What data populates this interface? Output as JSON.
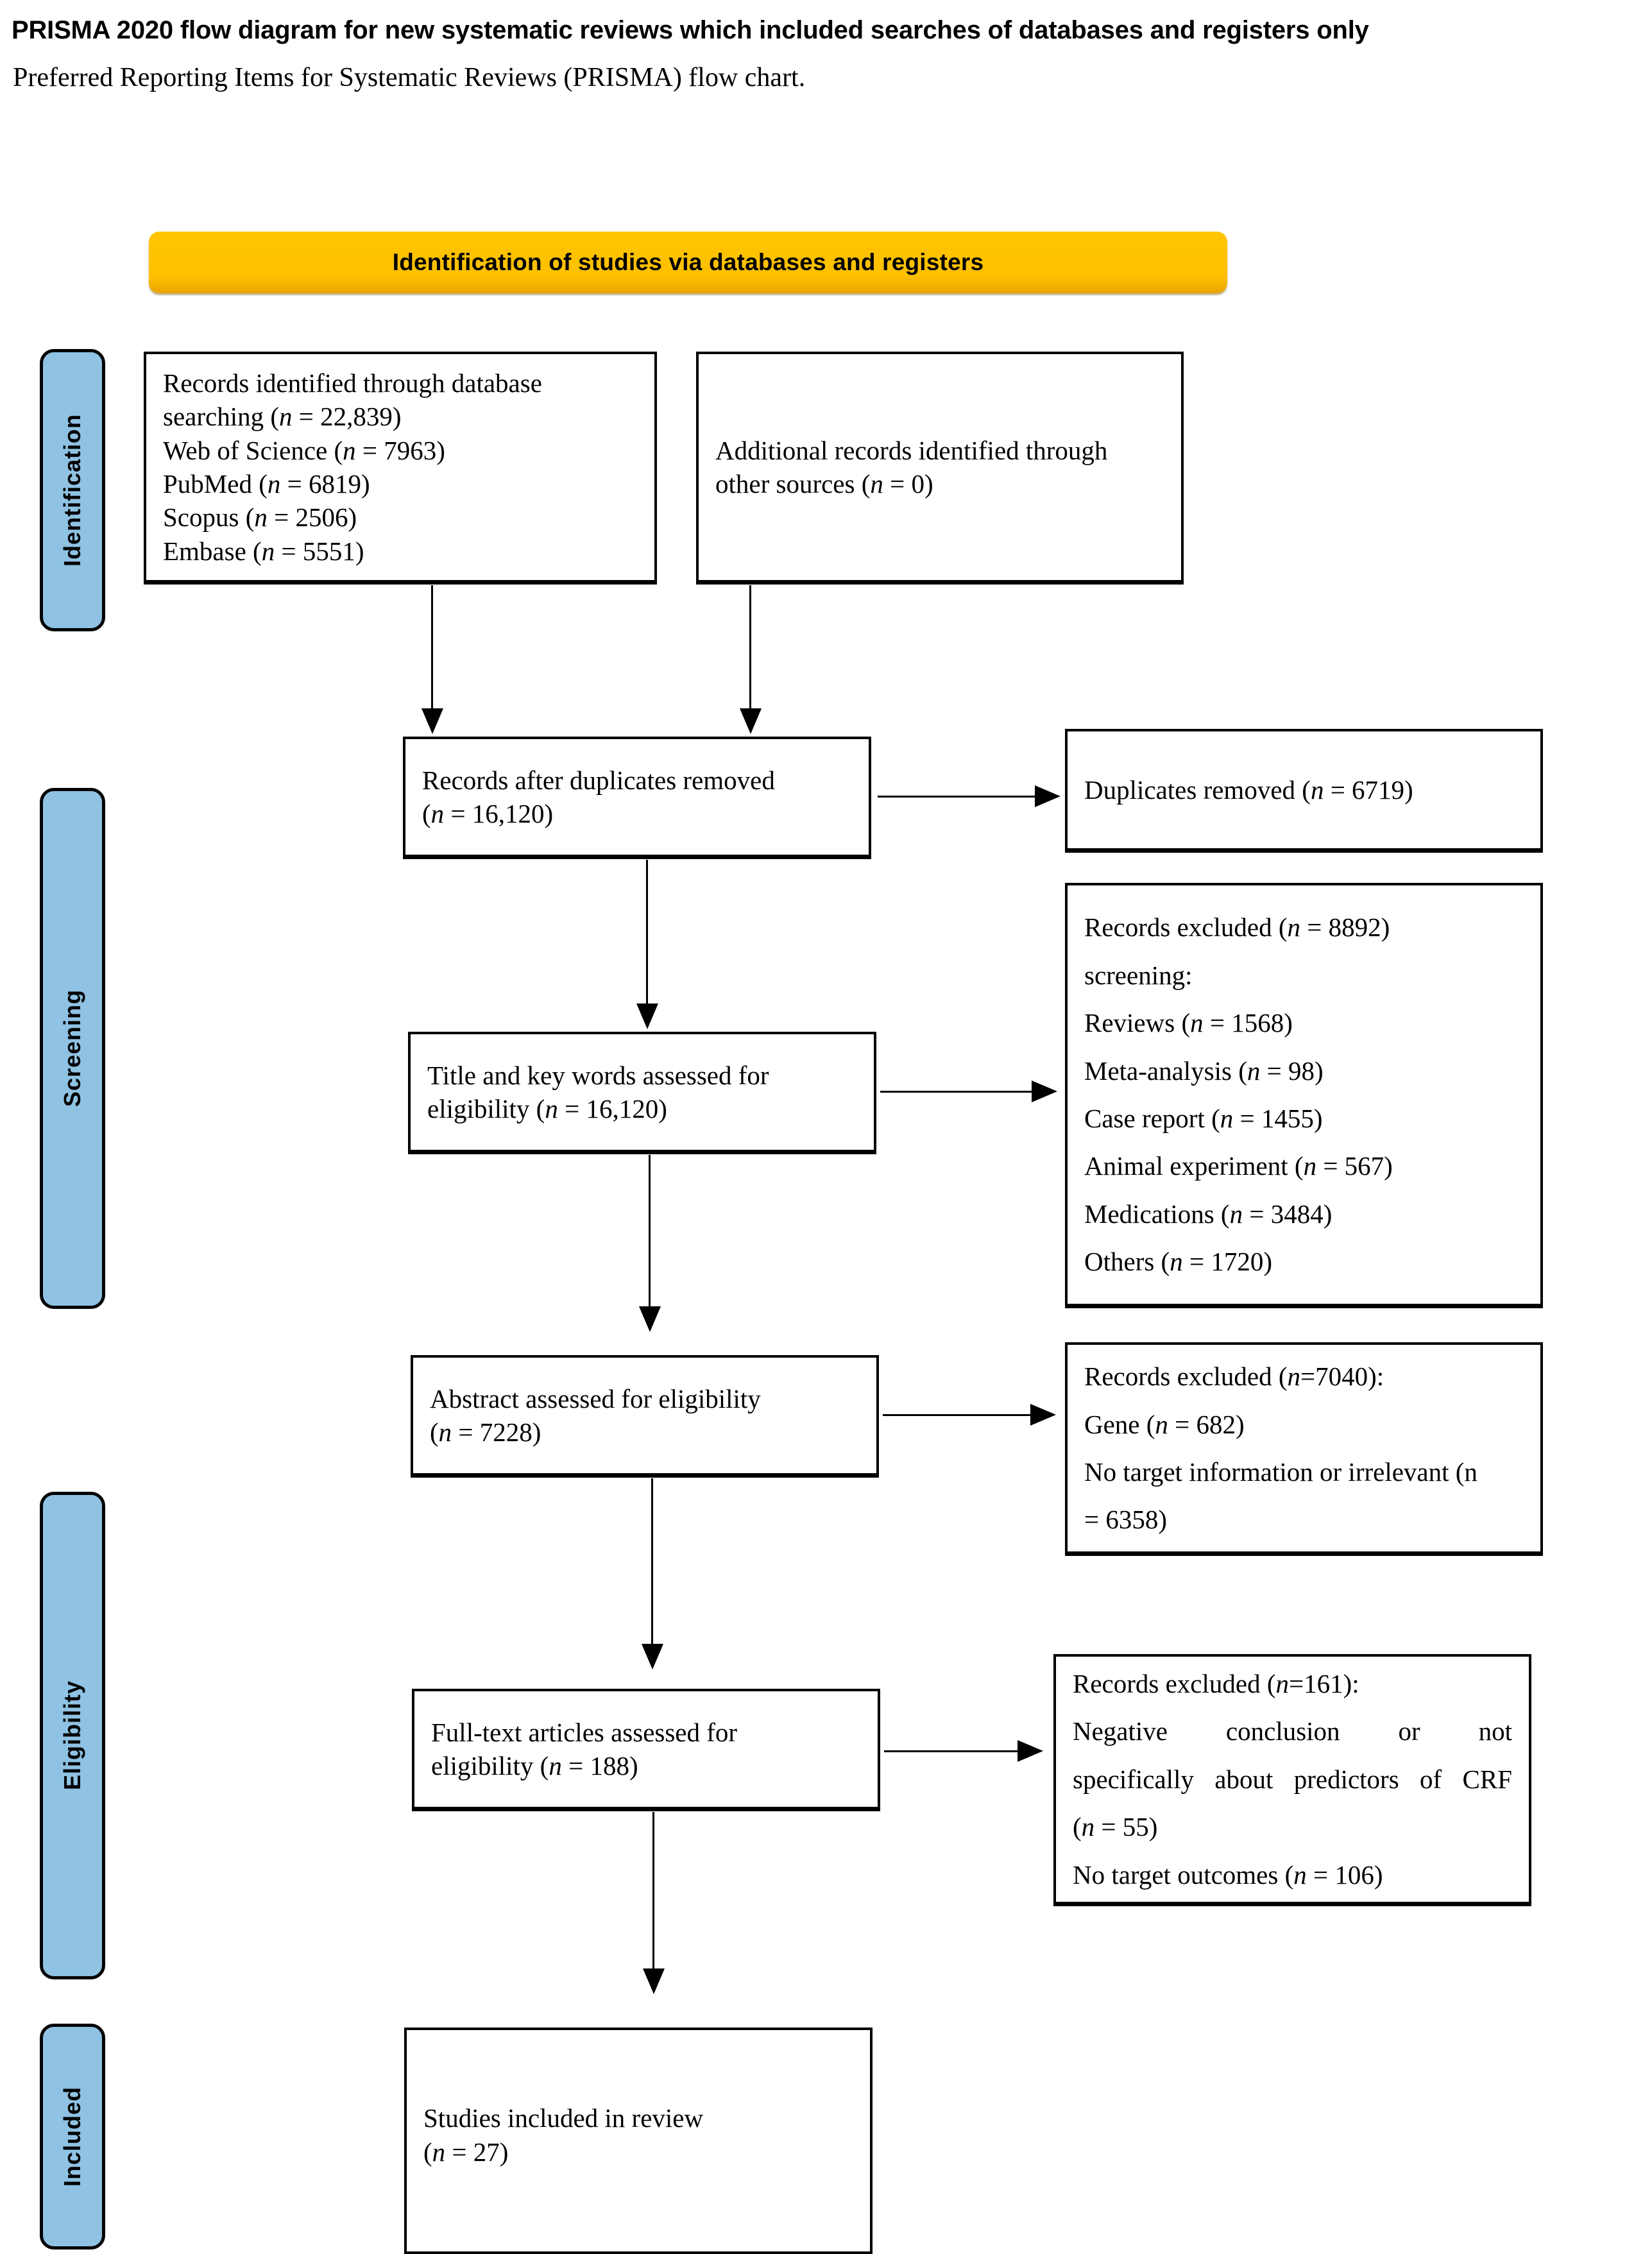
{
  "headings": {
    "prisma_title": "PRISMA 2020 flow diagram for new systematic reviews which included searches of databases and registers only",
    "subtitle": "Preferred Reporting Items for Systematic Reviews (PRISMA)  flow chart."
  },
  "banner": {
    "label": "Identification of studies via databases and registers",
    "color": "#FFC000"
  },
  "rails": {
    "color": "#8FC2E3",
    "items": [
      {
        "label": "Identification"
      },
      {
        "label": "Screening"
      },
      {
        "label": "Eligibility"
      },
      {
        "label": "Included"
      }
    ]
  },
  "boxes": {
    "database_records": {
      "lines": [
        "Records identified through database",
        "searching (n = 22,839)",
        "Web of Science (n = 7963)",
        "PubMed (n = 6819)",
        "Scopus (n = 2506)",
        "Embase (n = 5551)"
      ]
    },
    "other_records": {
      "lines": [
        "Additional records identified through",
        "other sources (n = 0)"
      ]
    },
    "after_duplicates": {
      "lines": [
        "Records after duplicates removed",
        "(n = 16,120)"
      ]
    },
    "duplicates_removed": {
      "lines": [
        "Duplicates removed (n = 6719)"
      ]
    },
    "title_keywords": {
      "lines": [
        "Title and key words assessed for",
        "eligibility (n = 16,120)"
      ]
    },
    "excluded_screening": {
      "lines": [
        "Records excluded (n = 8892)",
        "screening:",
        "Reviews (n = 1568)",
        "Meta-analysis (n = 98)",
        "Case report (n = 1455)",
        "Animal experiment (n = 567)",
        "Medications (n = 3484)",
        "Others (n = 1720)"
      ]
    },
    "abstract_assessed": {
      "lines": [
        "Abstract assessed for eligibility",
        "(n = 7228)"
      ]
    },
    "excluded_abstract": {
      "lines": [
        "Records excluded (n=7040):",
        "Gene (n = 682)",
        "No target information or irrelevant (n",
        "= 6358)"
      ]
    },
    "fulltext_assessed": {
      "lines": [
        "Full-text articles assessed for",
        "eligibility (n = 188)"
      ]
    },
    "excluded_fulltext": {
      "lines": [
        "Records excluded (n=161):",
        "Negative conclusion or not",
        "specifically about predictors of CRF",
        "(n = 55)",
        "No target outcomes (n = 106)"
      ]
    },
    "studies_included": {
      "lines": [
        "Studies included in review",
        "(n = 27)"
      ]
    }
  },
  "chart_data": {
    "type": "flow",
    "title": "PRISMA 2020 flow diagram for new systematic reviews which included searches of databases and registers only",
    "stages": [
      {
        "stage": "Identification",
        "nodes": [
          {
            "label": "Records identified through database searching",
            "n": 22839
          },
          {
            "label": "Web of Science",
            "n": 7963
          },
          {
            "label": "PubMed",
            "n": 6819
          },
          {
            "label": "Scopus",
            "n": 2506
          },
          {
            "label": "Embase",
            "n": 5551
          },
          {
            "label": "Additional records identified through other sources",
            "n": 0
          }
        ]
      },
      {
        "stage": "Screening",
        "nodes": [
          {
            "label": "Records after duplicates removed",
            "n": 16120
          },
          {
            "label": "Duplicates removed",
            "n": 6719
          },
          {
            "label": "Title and key words assessed for eligibility",
            "n": 16120
          },
          {
            "label": "Records excluded screening",
            "n": 8892
          },
          {
            "label": "Reviews",
            "n": 1568
          },
          {
            "label": "Meta-analysis",
            "n": 98
          },
          {
            "label": "Case report",
            "n": 1455
          },
          {
            "label": "Animal experiment",
            "n": 567
          },
          {
            "label": "Medications",
            "n": 3484
          },
          {
            "label": "Others",
            "n": 1720
          }
        ]
      },
      {
        "stage": "Eligibility",
        "nodes": [
          {
            "label": "Abstract assessed for eligibility",
            "n": 7228
          },
          {
            "label": "Records excluded",
            "n": 7040
          },
          {
            "label": "Gene",
            "n": 682
          },
          {
            "label": "No target information or irrelevant",
            "n": 6358
          },
          {
            "label": "Full-text articles assessed for eligibility",
            "n": 188
          },
          {
            "label": "Records excluded",
            "n": 161
          },
          {
            "label": "Negative conclusion or not specifically about predictors of CRF",
            "n": 55
          },
          {
            "label": "No target outcomes",
            "n": 106
          }
        ]
      },
      {
        "stage": "Included",
        "nodes": [
          {
            "label": "Studies included in review",
            "n": 27
          }
        ]
      }
    ]
  }
}
